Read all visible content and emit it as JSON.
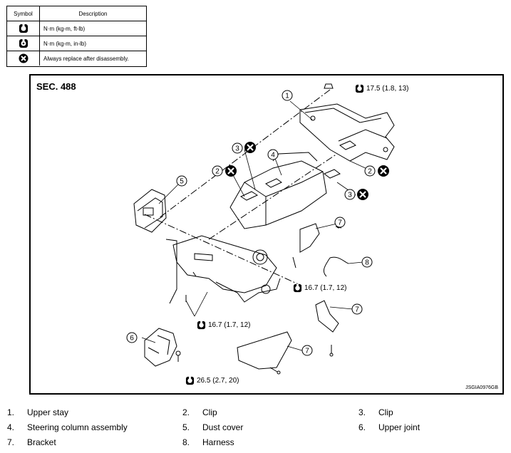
{
  "legend": {
    "header_symbol": "Symbol",
    "header_description": "Description",
    "rows": [
      {
        "icon": "torque-wrench-icon",
        "description": "N·m (kg-m, ft-lb)"
      },
      {
        "icon": "torque-wrench-inlb-icon",
        "description": "N·m (kg-m, in-lb)"
      },
      {
        "icon": "always-replace-icon",
        "description": "Always replace after disassembly."
      }
    ]
  },
  "diagram": {
    "section": "SEC. 488",
    "image_code": "JSGIA0976GB",
    "torques": {
      "t1": "17.5 (1.8, 13)",
      "t2": "16.7 (1.7, 12)",
      "t3": "16.7 (1.7, 12)",
      "t4": "26.5 (2.7, 20)"
    },
    "callouts": [
      "1",
      "2",
      "2",
      "3",
      "3",
      "4",
      "5",
      "6",
      "7",
      "7",
      "7",
      "8"
    ]
  },
  "parts": [
    {
      "num": "1.",
      "name": "Upper stay"
    },
    {
      "num": "2.",
      "name": "Clip"
    },
    {
      "num": "3.",
      "name": "Clip"
    },
    {
      "num": "4.",
      "name": "Steering column assembly"
    },
    {
      "num": "5.",
      "name": "Dust cover"
    },
    {
      "num": "6.",
      "name": "Upper joint"
    },
    {
      "num": "7.",
      "name": "Bracket"
    },
    {
      "num": "8.",
      "name": "Harness"
    }
  ]
}
